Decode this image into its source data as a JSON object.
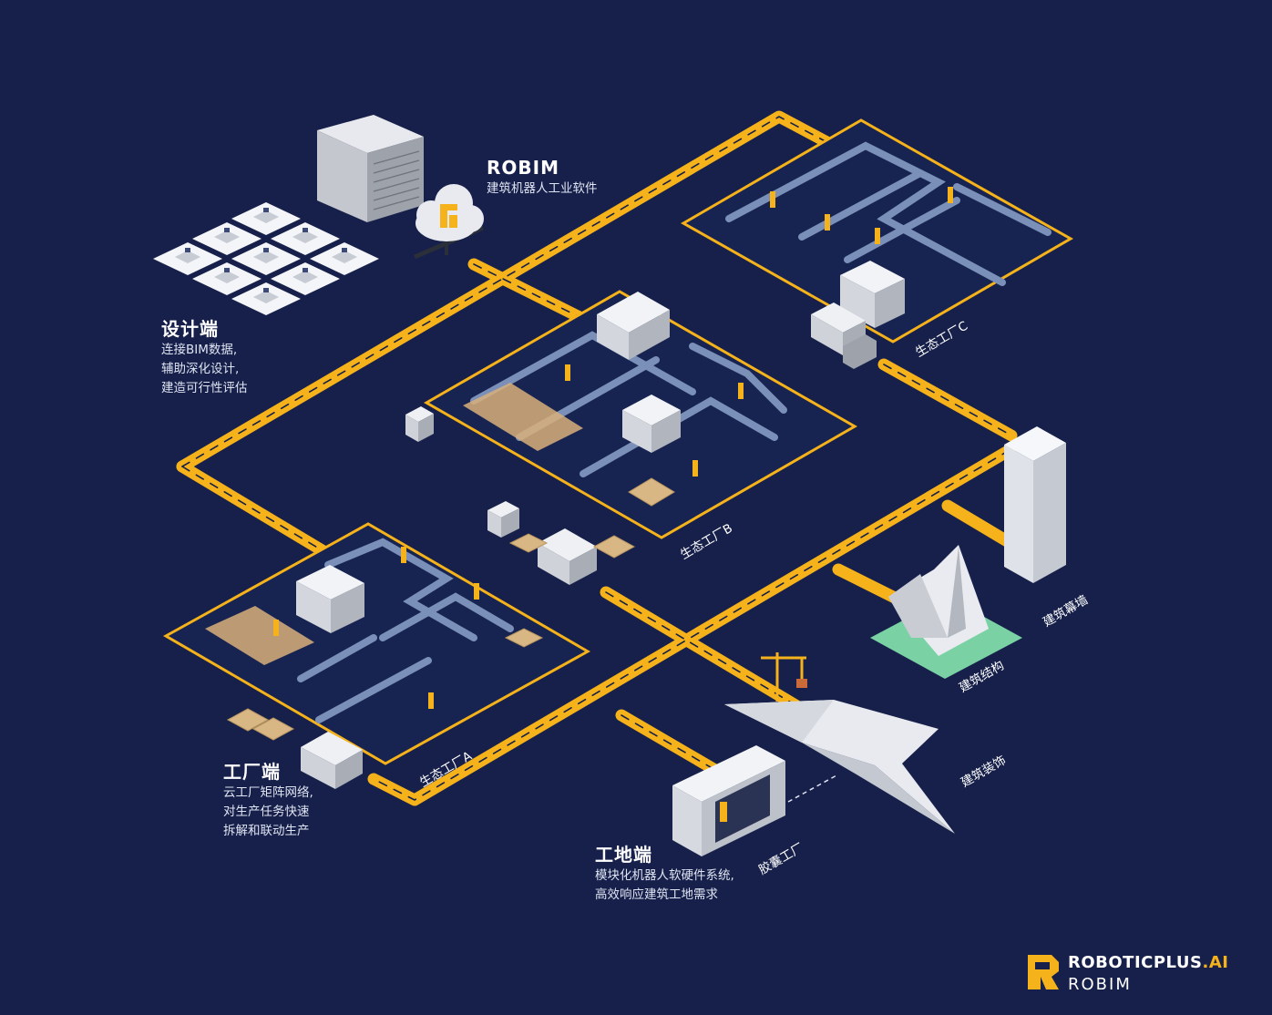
{
  "colors": {
    "background": "#16204a",
    "accent": "#f5b21b",
    "panel": "#eef0f4",
    "lane": "#7a90b8"
  },
  "robim": {
    "title": "ROBIM",
    "desc": "建筑机器人工业软件"
  },
  "design_end": {
    "title": "设计端",
    "lines": [
      "连接BIM数据,",
      "辅助深化设计,",
      "建造可行性评估"
    ]
  },
  "factory_end": {
    "title": "工厂端",
    "lines": [
      "云工厂矩阵网络,",
      "对生产任务快速",
      "拆解和联动生产"
    ]
  },
  "site_end": {
    "title": "工地端",
    "lines": [
      "模块化机器人软硬件系统,",
      "高效响应建筑工地需求"
    ]
  },
  "factories": {
    "a": "生态工厂A",
    "b": "生态工厂B",
    "c": "生态工厂C"
  },
  "buildings": {
    "curtain_wall": "建筑幕墙",
    "structure": "建筑结构",
    "decoration": "建筑装饰",
    "capsule_factory": "胶囊工厂"
  },
  "brand": {
    "name_main": "ROBOTICPLUS",
    "name_suffix": ".AI",
    "sub": "ROBIM"
  },
  "icons": [
    "server-rack-icon",
    "cloud-robim-icon",
    "workstation-grid-icon",
    "truck-icon",
    "forklift-icon",
    "crane-icon",
    "robot-arm-icon",
    "robotic-plus-logo-icon"
  ]
}
